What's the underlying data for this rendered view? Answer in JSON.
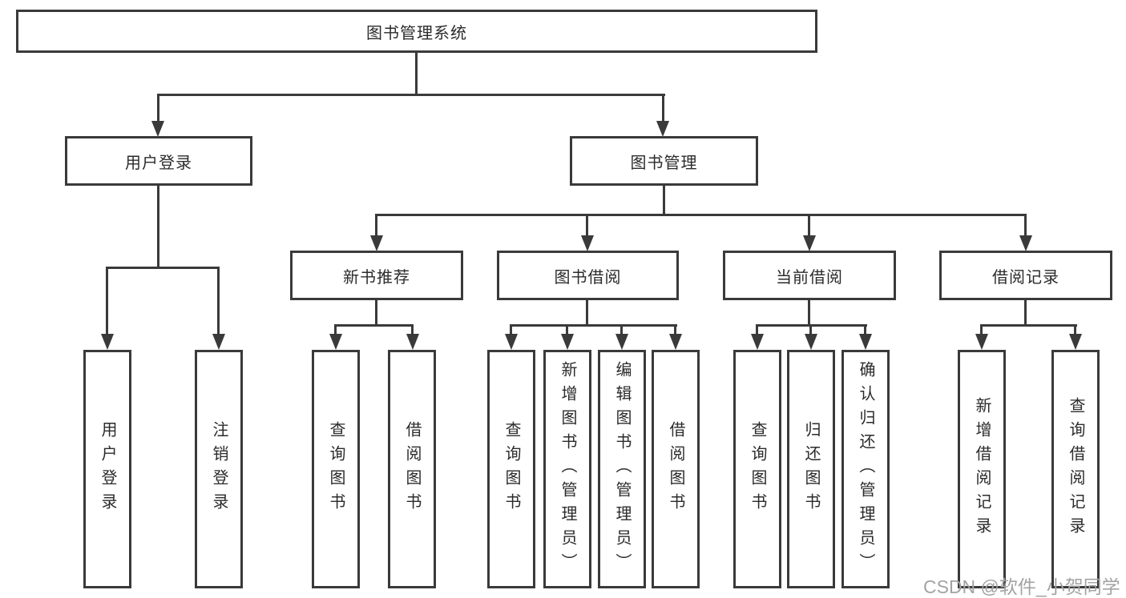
{
  "diagram": {
    "title": "图书管理系统",
    "root": "图书管理系统",
    "level2": [
      "用户登录",
      "图书管理"
    ],
    "level3": [
      "新书推荐",
      "图书借阅",
      "当前借阅",
      "借阅记录"
    ],
    "leaves": {
      "user_login": [
        "用户登录",
        "注销登录"
      ],
      "new_book": [
        "查询图书",
        "借阅图书"
      ],
      "book_borrow": [
        "查询图书",
        "新增图书（管理员）",
        "编辑图书（管理员）",
        "借阅图书"
      ],
      "current_borrow": [
        "查询图书",
        "归还图书",
        "确认归还（管理员）"
      ],
      "borrow_records": [
        "新增借阅记录",
        "查询借阅记录"
      ]
    }
  },
  "watermark": "CSDN @软件_小贺同学",
  "colors": {
    "line": "#3a3a3a",
    "text": "#2b2b2b",
    "background": "#ffffff",
    "watermark": "#a3a3a3"
  }
}
